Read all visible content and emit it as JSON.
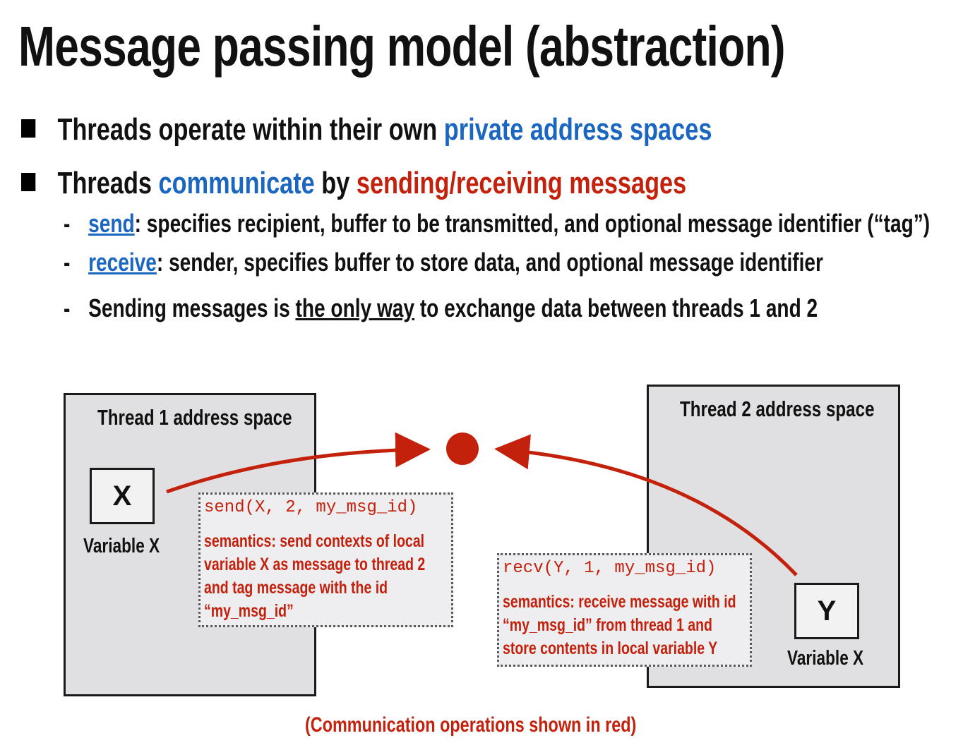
{
  "title": "Message passing model (abstraction)",
  "bullets": [
    {
      "parts": [
        "Threads operate within their own ",
        "private address spaces"
      ]
    },
    {
      "parts": [
        "Threads ",
        "communicate",
        " by ",
        "sending/receiving messages"
      ]
    }
  ],
  "sub_bullets": [
    {
      "dash": "-",
      "term": "send",
      "text": ": specifies recipient, buffer to be transmitted, and optional message identifier (“tag”)"
    },
    {
      "dash": "-",
      "term": "receive",
      "text": ": sender, specifies buffer to store data, and optional message identifier"
    },
    {
      "dash": "-",
      "before": "Sending messages is ",
      "emph": "the only way",
      "after": " to exchange data between threads 1 and 2"
    }
  ],
  "diagram": {
    "thread1": {
      "title": "Thread 1 address space",
      "variable": "X",
      "variable_label": "Variable X"
    },
    "thread2": {
      "title": "Thread 2 address space",
      "variable": "Y",
      "variable_label": "Variable X"
    },
    "send_note": {
      "code": "send(X, 2, my_msg_id)",
      "lines": [
        "semantics:  send contexts of local",
        "variable X as message to thread 2",
        "and tag message with the id",
        "“my_msg_id”"
      ]
    },
    "recv_note": {
      "code": "recv(Y, 1, my_msg_id)",
      "lines": [
        "semantics:  receive message with id",
        "“my_msg_id” from thread 1 and",
        "store contents in local variable Y"
      ]
    },
    "caption": "(Communication operations shown in red)"
  },
  "colors": {
    "accent_blue": "#1a66c0",
    "accent_red": "#c4210d",
    "box_fill": "#e0e0e2"
  }
}
